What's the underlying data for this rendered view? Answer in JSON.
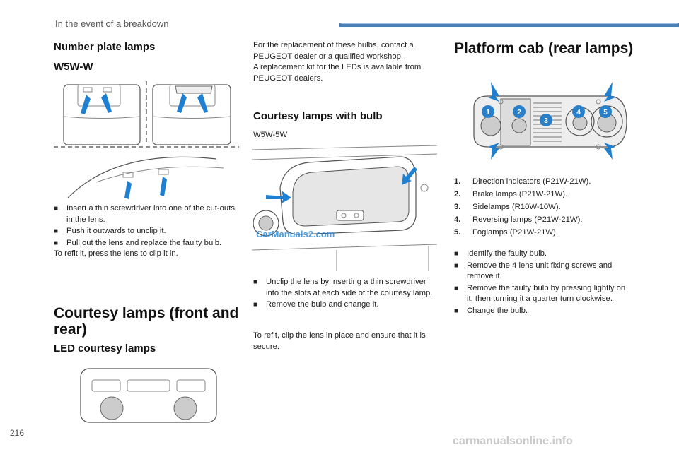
{
  "header": {
    "title": "In the event of a breakdown"
  },
  "page_number": "216",
  "watermark": "CarManuals2.com",
  "footer_mark": "carmanualsonline.info",
  "col1": {
    "number_plate": {
      "title": "Number plate lamps",
      "bulb": "W5W-W",
      "steps": [
        "Insert a thin screwdriver into one of the cut-outs in the lens.",
        "Push it outwards to unclip it.",
        "Pull out the lens and replace the faulty bulb."
      ],
      "refit": "To refit it, press the lens to clip it in."
    },
    "courtesy": {
      "title": "Courtesy lamps (front and rear)",
      "led_title": "LED courtesy lamps"
    }
  },
  "col2": {
    "intro": "For the replacement of these bulbs, contact a PEUGEOT dealer or a qualified workshop.",
    "kit": "A replacement kit for the LEDs is available from PEUGEOT dealers.",
    "bulb_section": {
      "title": "Courtesy lamps with bulb",
      "bulb": "W5W-5W",
      "steps": [
        "Unclip the lens by inserting a thin screwdriver into the slots at each side of the courtesy lamp.",
        "Remove the bulb and change it."
      ],
      "refit": "To refit, clip the lens in place and ensure that it is secure."
    }
  },
  "col3": {
    "title": "Platform cab (rear lamps)",
    "lamps": [
      {
        "num": "1.",
        "text": "Direction indicators (P21W-21W)."
      },
      {
        "num": "2.",
        "text": "Brake lamps (P21W-21W)."
      },
      {
        "num": "3.",
        "text": "Sidelamps (R10W-10W)."
      },
      {
        "num": "4.",
        "text": "Reversing lamps (P21W-21W)."
      },
      {
        "num": "5.",
        "text": "Foglamps (P21W-21W)."
      }
    ],
    "steps": [
      "Identify the faulty bulb.",
      "Remove the 4 lens unit fixing screws and remove it.",
      "Remove the faulty bulb by pressing lightly on it, then turning it a quarter turn clockwise.",
      "Change the bulb."
    ],
    "badges": [
      "1",
      "2",
      "3",
      "4",
      "5"
    ]
  },
  "icons": {
    "bullet": "",
    "arrow": "blue-arrow"
  },
  "colors": {
    "accent": "#4a7fb5",
    "arrow": "#1f7fd0",
    "badge": "#2a7fc9"
  }
}
